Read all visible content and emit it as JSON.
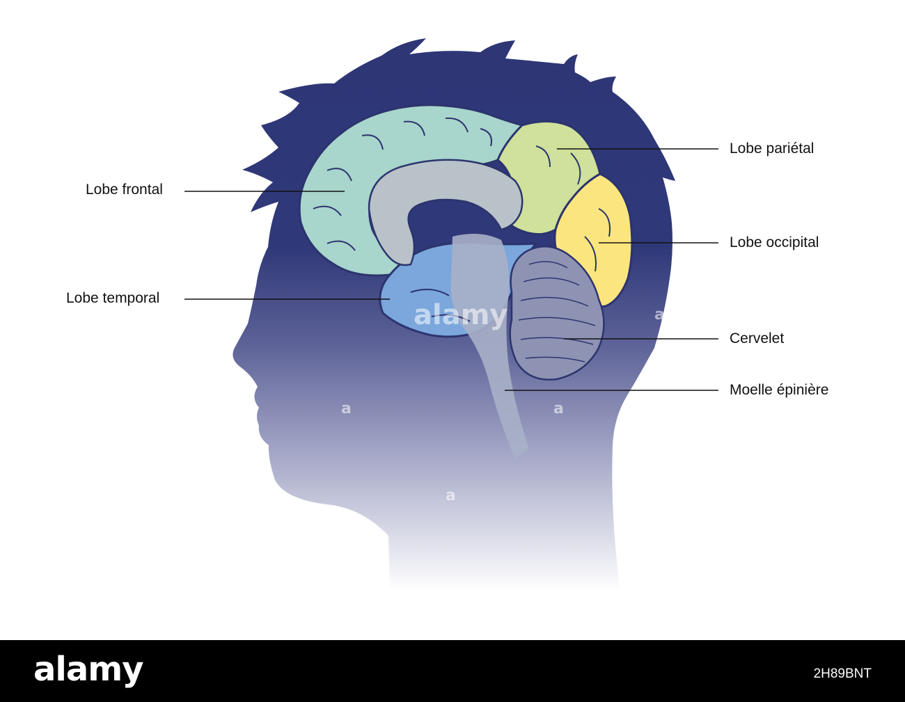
{
  "diagram": {
    "labels": {
      "frontal": "Lobe frontal",
      "temporal": "Lobe temporal",
      "parietal": "Lobe pariétal",
      "occipital": "Lobe occipital",
      "cervelet": "Cervelet",
      "moelle": "Moelle épinière"
    },
    "colors": {
      "head_top": "#2e3676",
      "head_bottom": "#ffffff",
      "frontal": "#a8d5cc",
      "parietal": "#cfe19a",
      "occipital": "#fbe57e",
      "temporal": "#7ba7dc",
      "cerebellum": "#8e93b3",
      "brainstem": "#a9b0c8",
      "outline": "#2c346e"
    }
  },
  "watermark": {
    "center_text": "alamy",
    "small_mark": "a"
  },
  "footer": {
    "brand": "alamy",
    "image_id": "2H89BNT"
  }
}
